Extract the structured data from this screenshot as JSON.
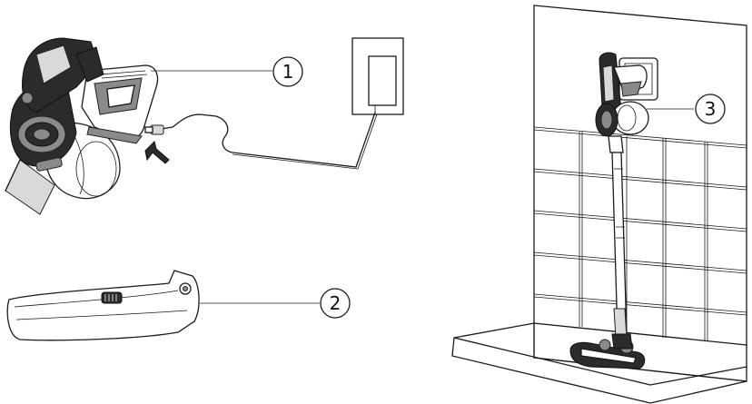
{
  "callouts": [
    {
      "id": "1",
      "label": "1",
      "target": "handheld-vacuum-unit"
    },
    {
      "id": "2",
      "label": "2",
      "target": "battery-pack"
    },
    {
      "id": "3",
      "label": "3",
      "target": "stick-vacuum-on-wall"
    }
  ],
  "icons": {
    "charging_arrow": "arrow-icon",
    "wall_socket": "wall-socket-icon",
    "charger_plug": "plug-icon"
  },
  "colors": {
    "line": "#1a1a1a",
    "body_dark": "#2b2b2b",
    "body_mid": "#8a8a8a",
    "background": "#ffffff"
  }
}
